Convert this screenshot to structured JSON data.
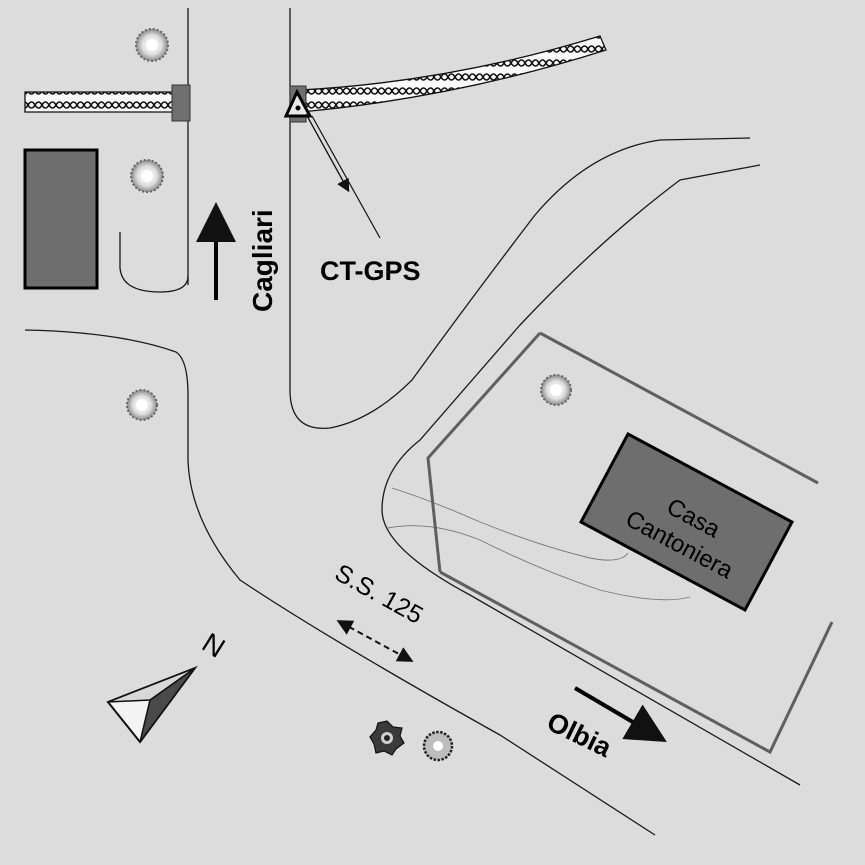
{
  "map": {
    "labels": {
      "cagliari": "Cagliari",
      "olbia": "Olbia",
      "ct_gps": "CT-GPS",
      "ss125": "S.S. 125",
      "casa_line1": "Casa",
      "casa_line2": "Cantoniera",
      "north": "N"
    },
    "colors": {
      "background": "#dcdcdc",
      "building": "#6e6e6e",
      "road_line": "#1a1a1a",
      "fence": "#6a6a6a"
    },
    "icons": [
      "tree-icon",
      "triangle-marker-icon",
      "north-arrow-icon",
      "arrow-icon"
    ]
  }
}
